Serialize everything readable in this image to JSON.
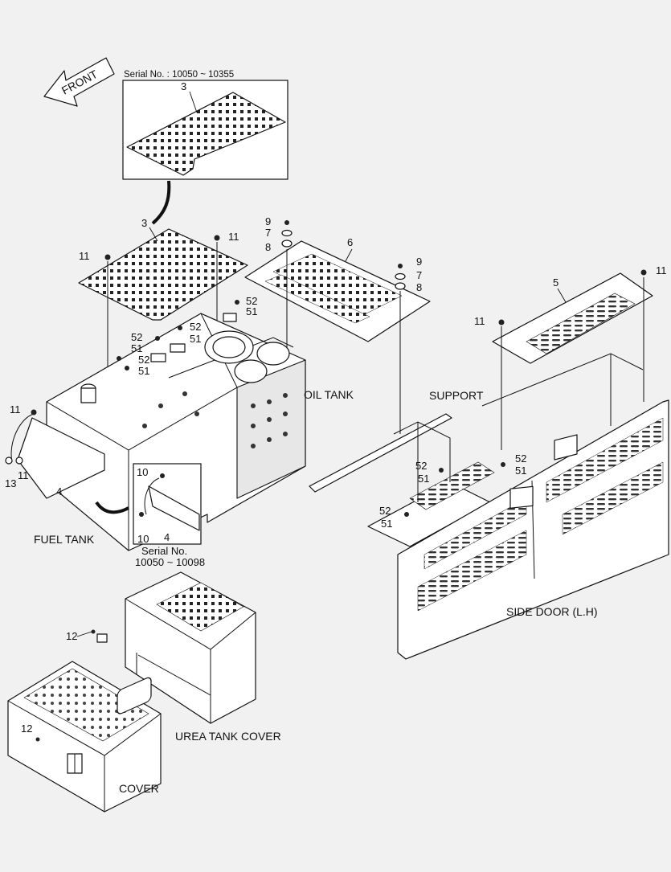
{
  "front_arrow": "FRONT",
  "serial_top": "Serial No. : 10050 ~ 10355",
  "serial_bottom_line1": "Serial No.",
  "serial_bottom_line2": "10050 ~ 10098",
  "labels": {
    "oil_tank": "OIL TANK",
    "support": "SUPPORT",
    "fuel_tank": "FUEL TANK",
    "side_door": "SIDE DOOR (L.H)",
    "urea_tank_cover": "UREA TANK COVER",
    "cover": "COVER"
  },
  "callouts": {
    "n3_inset": "3",
    "n3_main": "3",
    "n11_plate_left": "11",
    "n11_plate_right": "11",
    "n9_top": "9",
    "n7_top": "7",
    "n8_top": "8",
    "n6": "6",
    "n9_right": "9",
    "n7_right": "7",
    "n8_right": "8",
    "n5": "5",
    "n11_door_right": "11",
    "n11_door_left": "11",
    "n52_a": "52",
    "n51_a": "51",
    "n52_b": "52",
    "n51_b": "51",
    "n52_c": "52",
    "n51_c": "51",
    "n52_d": "52",
    "n51_d": "51",
    "n11_fuel_top": "11",
    "n13": "13",
    "n11_fuel_bottom": "11",
    "n4_main": "4",
    "n10_inset_top": "10",
    "n10_inset_bottom": "10",
    "n4_inset": "4",
    "n52_support_right": "52",
    "n51_support_right": "51",
    "n52_support_mid": "52",
    "n51_support_mid": "51",
    "n52_support_low": "52",
    "n51_support_low": "51",
    "n12_top": "12",
    "n12_bottom": "12"
  }
}
